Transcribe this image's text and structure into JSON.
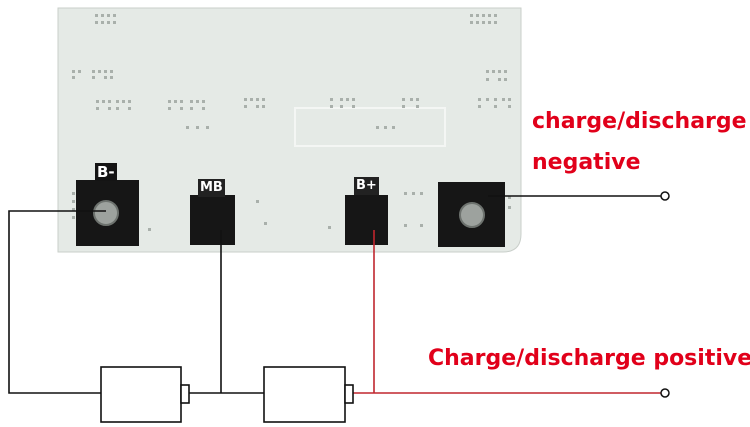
{
  "labels": {
    "negative_line1": "charge/discharge",
    "negative_line2": "negative",
    "positive": "Charge/discharge positive"
  },
  "pads": {
    "b_minus": "B-",
    "m": "MB",
    "b_plus": "B+"
  },
  "colors": {
    "label_red": "#e1001a",
    "board": "#e6ebe6",
    "pad": "#161616",
    "wire_black": "#111111",
    "wire_red": "#c0262e"
  }
}
